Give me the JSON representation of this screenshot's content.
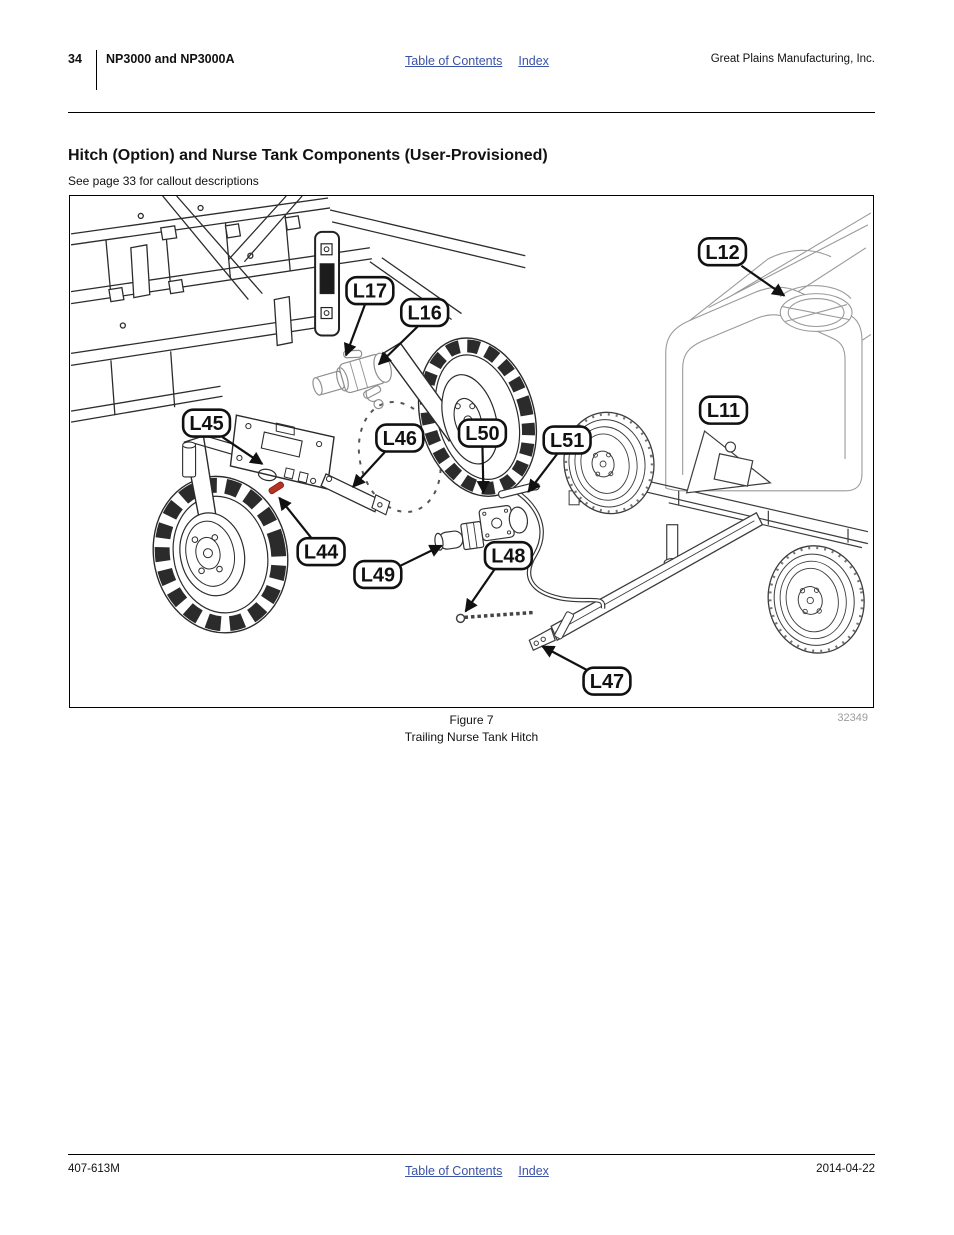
{
  "header": {
    "page_number": "34",
    "product": "NP3000 and NP3000A",
    "company": "Great Plains Manufacturing, Inc."
  },
  "nav": {
    "toc_label": "Table of Contents",
    "index_label": "Index"
  },
  "section": {
    "title": "Hitch (Option) and Nurse Tank Components (User-Provisioned)",
    "subtitle": "See page 33 for callout descriptions"
  },
  "figure": {
    "caption_line1": "Figure 7",
    "caption_line2": "Trailing Nurse Tank Hitch",
    "drawing_number": "32349",
    "callouts": [
      {
        "label": "L17"
      },
      {
        "label": "L16"
      },
      {
        "label": "L12"
      },
      {
        "label": "L11"
      },
      {
        "label": "L45"
      },
      {
        "label": "L46"
      },
      {
        "label": "L50"
      },
      {
        "label": "L51"
      },
      {
        "label": "L44"
      },
      {
        "label": "L49"
      },
      {
        "label": "L48"
      },
      {
        "label": "L47"
      }
    ]
  },
  "footer": {
    "doc_number": "407-613M",
    "date": "2014-04-22"
  },
  "colors": {
    "link_blue": "#3A53A7",
    "highlight_red": "#B63324",
    "drawing_number_gray": "#9B9B9B"
  }
}
